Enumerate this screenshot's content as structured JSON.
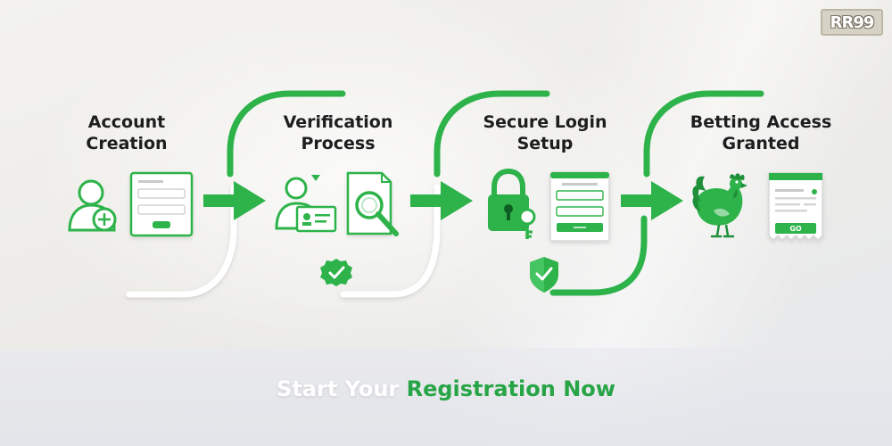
{
  "brand": {
    "logo_text": "RR99",
    "accent": "#2db34a",
    "accent_dark": "#1f8f3a"
  },
  "steps": [
    {
      "title_lines": [
        "Account",
        "Creation"
      ],
      "icons": [
        "user-add-icon",
        "registration-form-icon"
      ]
    },
    {
      "title_lines": [
        "Verification",
        "Process"
      ],
      "icons": [
        "id-card-icon",
        "document-search-icon",
        "check-badge-icon"
      ]
    },
    {
      "title_lines": [
        "Secure Login",
        "Setup"
      ],
      "icons": [
        "padlock-key-icon",
        "login-form-icon",
        "shield-check-icon"
      ]
    },
    {
      "title_lines": [
        "Betting Access",
        "Granted"
      ],
      "icons": [
        "rooster-icon",
        "mobile-bet-slip-icon"
      ]
    }
  ],
  "go_button_label": "GO",
  "cta": {
    "prefix": "Start Your ",
    "highlight": "Registration Now"
  }
}
